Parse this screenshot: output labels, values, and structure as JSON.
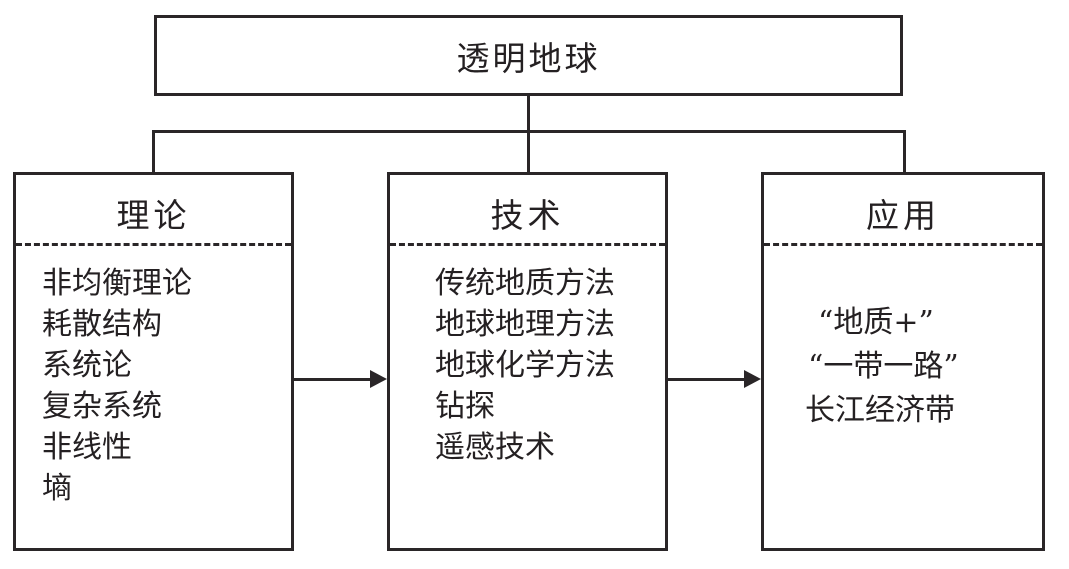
{
  "diagram": {
    "root_label": "透明地球",
    "columns": [
      {
        "title": "理论",
        "items": [
          "非均衡理论",
          "耗散结构",
          "系统论",
          "复杂系统",
          "非线性",
          "墒"
        ]
      },
      {
        "title": "技术",
        "items": [
          "传统地质方法",
          "地球地理方法",
          "地球化学方法",
          "钻探",
          "遥感技术"
        ]
      },
      {
        "title": "应用",
        "items": [
          "“地质+”",
          "“一带一路”",
          "长江经济带"
        ]
      }
    ],
    "arrows": [
      {
        "from": "理论",
        "to": "技术",
        "direction": "right"
      },
      {
        "from": "技术",
        "to": "应用",
        "direction": "right"
      }
    ],
    "colors": {
      "line": "#2a2628",
      "text": "#242022",
      "background": "#ffffff"
    }
  }
}
